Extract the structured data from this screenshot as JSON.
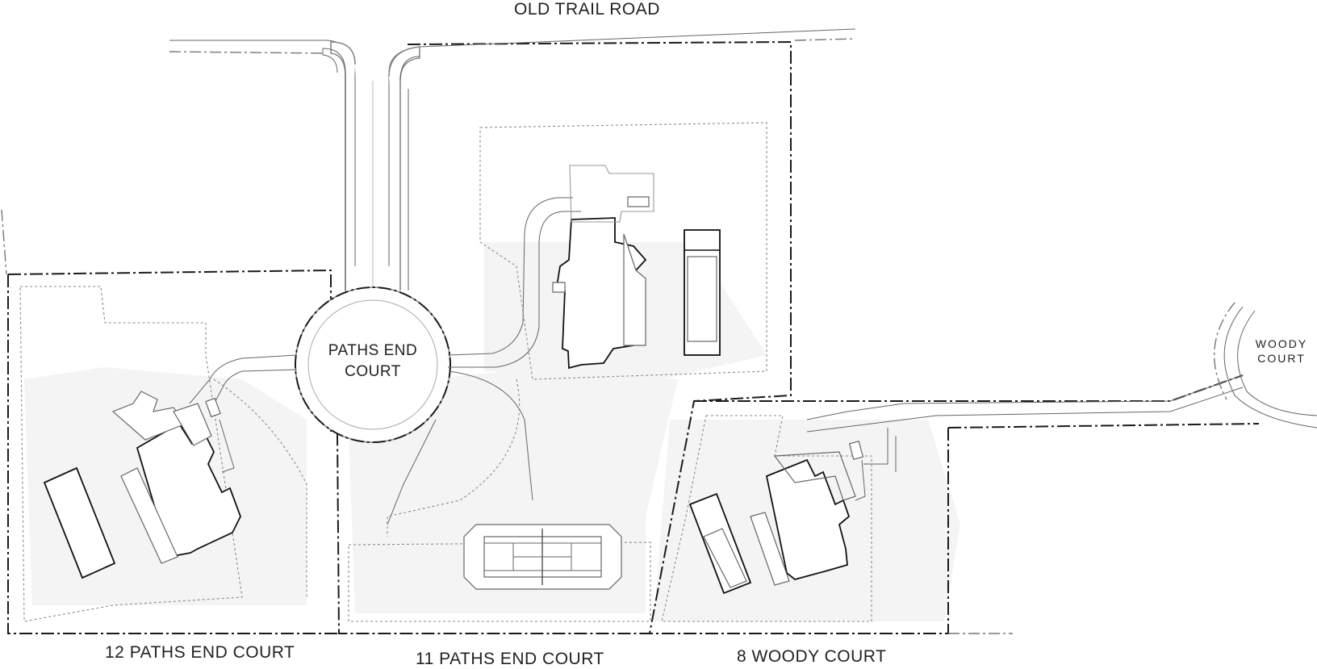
{
  "map": {
    "road_title": "OLD TRAIL ROAD",
    "cul_de_sac": {
      "line1": "PATHS END",
      "line2": "COURT"
    },
    "woody_court": {
      "line1": "WOODY",
      "line2": "COURT"
    },
    "lots": [
      {
        "label": "12 PATHS END COURT"
      },
      {
        "label": "11 PATHS END COURT"
      },
      {
        "label": "8 WOODY COURT"
      }
    ],
    "colors": {
      "ink": "#1a1a1a",
      "lawn": "#f4f4f4",
      "road_edge": "#888888"
    }
  }
}
